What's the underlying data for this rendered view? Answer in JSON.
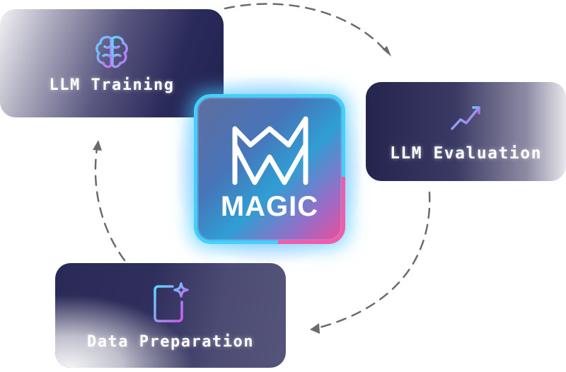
{
  "diagram": {
    "center": {
      "logo_text": "MAGIC",
      "icon": "magic-m-logo-icon"
    },
    "nodes": [
      {
        "id": "train",
        "label": "LLM Training",
        "icon": "brain-icon"
      },
      {
        "id": "eval",
        "label": "LLM Evaluation",
        "icon": "bar-chart-trend-icon"
      },
      {
        "id": "prep",
        "label": "Data Preparation",
        "icon": "document-sparkle-icon"
      }
    ],
    "cycle": [
      "LLM Training",
      "LLM Evaluation",
      "Data Preparation"
    ],
    "colors": {
      "card_dark": "#242450",
      "accent_cyan": "#45cfff",
      "accent_pink": "#ea4d9c",
      "arrow_gray": "#6b6b6b"
    }
  }
}
